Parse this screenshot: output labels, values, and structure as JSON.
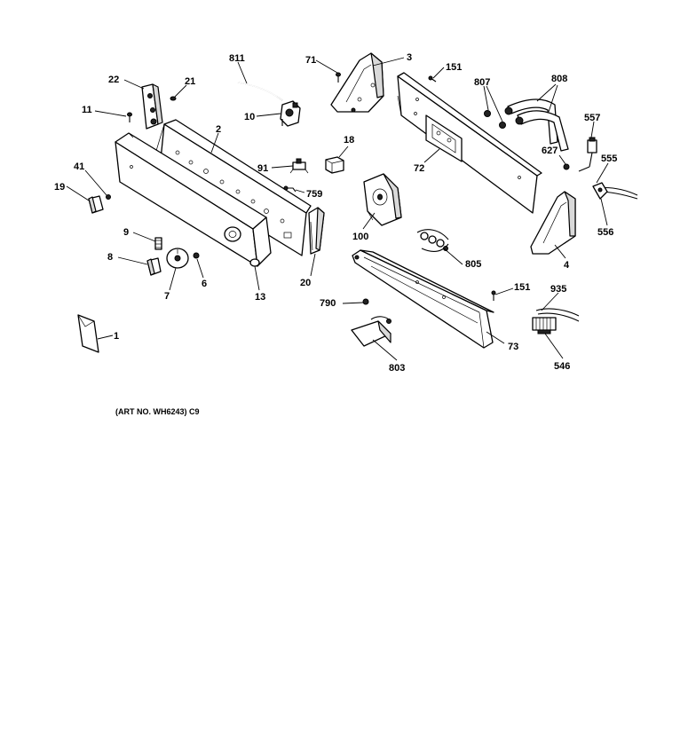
{
  "diagram": {
    "caption": "(ART NO. WH6243) C9",
    "labels": {
      "p1": "1",
      "p2": "2",
      "p3": "3",
      "p4": "4",
      "p6": "6",
      "p7": "7",
      "p8": "8",
      "p9": "9",
      "p10": "10",
      "p11": "11",
      "p13": "13",
      "p18": "18",
      "p19": "19",
      "p20": "20",
      "p21": "21",
      "p22": "22",
      "p41": "41",
      "p71": "71",
      "p72": "72",
      "p73": "73",
      "p91": "91",
      "p100": "100",
      "p151a": "151",
      "p151b": "151",
      "p546": "546",
      "p555": "555",
      "p556": "556",
      "p557": "557",
      "p627": "627",
      "p759": "759",
      "p790": "790",
      "p803": "803",
      "p805": "805",
      "p807": "807",
      "p808": "808",
      "p811": "811",
      "p935": "935"
    }
  }
}
